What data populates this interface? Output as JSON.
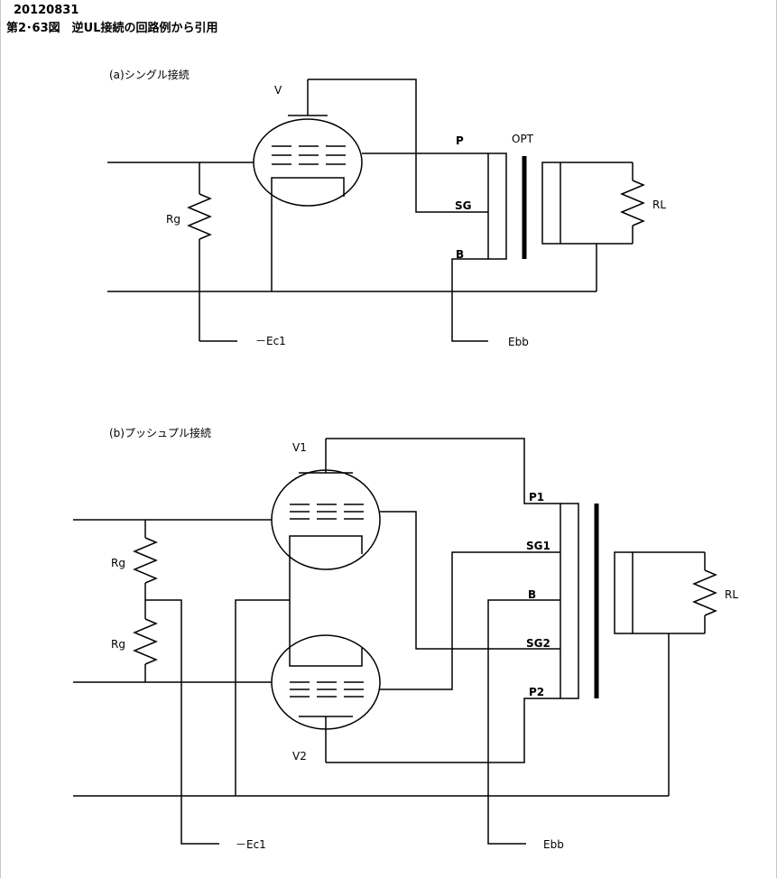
{
  "header": {
    "date": "20120831",
    "caption": "第2･63図　逆UL接続の回路例から引用"
  },
  "single": {
    "title": "(a)シングル接続",
    "tube": "V",
    "rg": "Rg",
    "ec1": "－Ec1",
    "ebb": "Ebb",
    "opt": "OPT",
    "p": "P",
    "sg": "SG",
    "b": "B",
    "rl": "RL"
  },
  "push": {
    "title": "(b)プッシュプル接続",
    "tube1": "V1",
    "tube2": "V2",
    "rg1": "Rg",
    "rg2": "Rg",
    "ec1": "－Ec1",
    "ebb": "Ebb",
    "p1": "P1",
    "sg1": "SG1",
    "b": "B",
    "sg2": "SG2",
    "p2": "P2",
    "rl": "RL"
  }
}
